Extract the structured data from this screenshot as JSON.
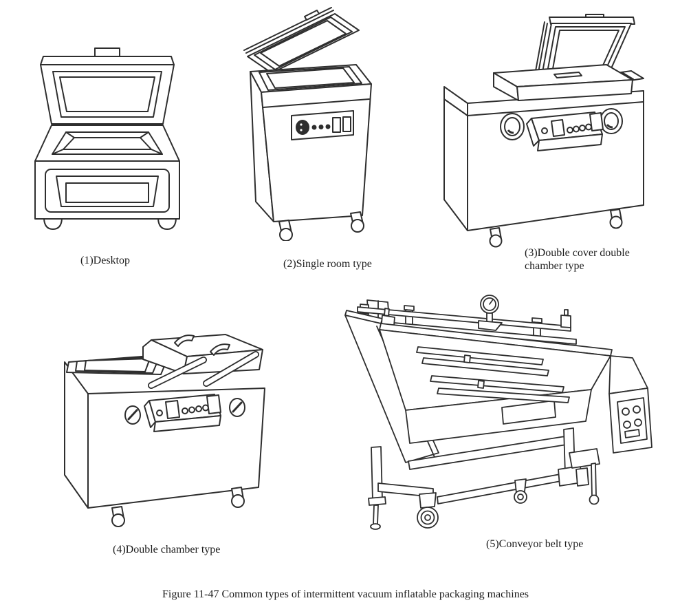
{
  "figure": {
    "caption": "Figure 11-47 Common types of intermittent vacuum inflatable packaging machines",
    "machines": [
      {
        "label": "(1)Desktop"
      },
      {
        "label": "(2)Single room type"
      },
      {
        "label": "(3)Double cover double chamber type"
      },
      {
        "label": "(4)Double chamber type"
      },
      {
        "label": "(5)Conveyor belt type"
      }
    ],
    "colors": {
      "line": "#2e2e2e",
      "text": "#1c1c1c",
      "background": "#ffffff"
    }
  }
}
